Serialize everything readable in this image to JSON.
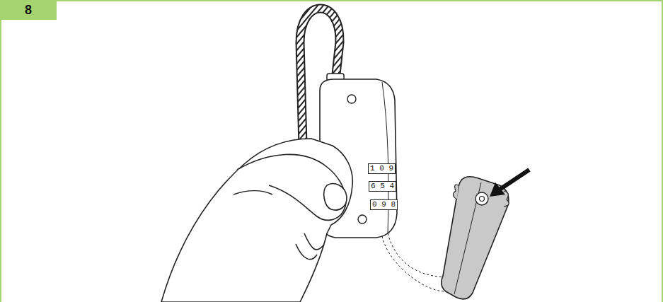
{
  "diagram": {
    "nodes": [
      {
        "text": [
          "8"
        ]
      }
    ],
    "labels": [
      "1 0 9",
      "6 5 4",
      "0 9 8"
    ]
  }
}
